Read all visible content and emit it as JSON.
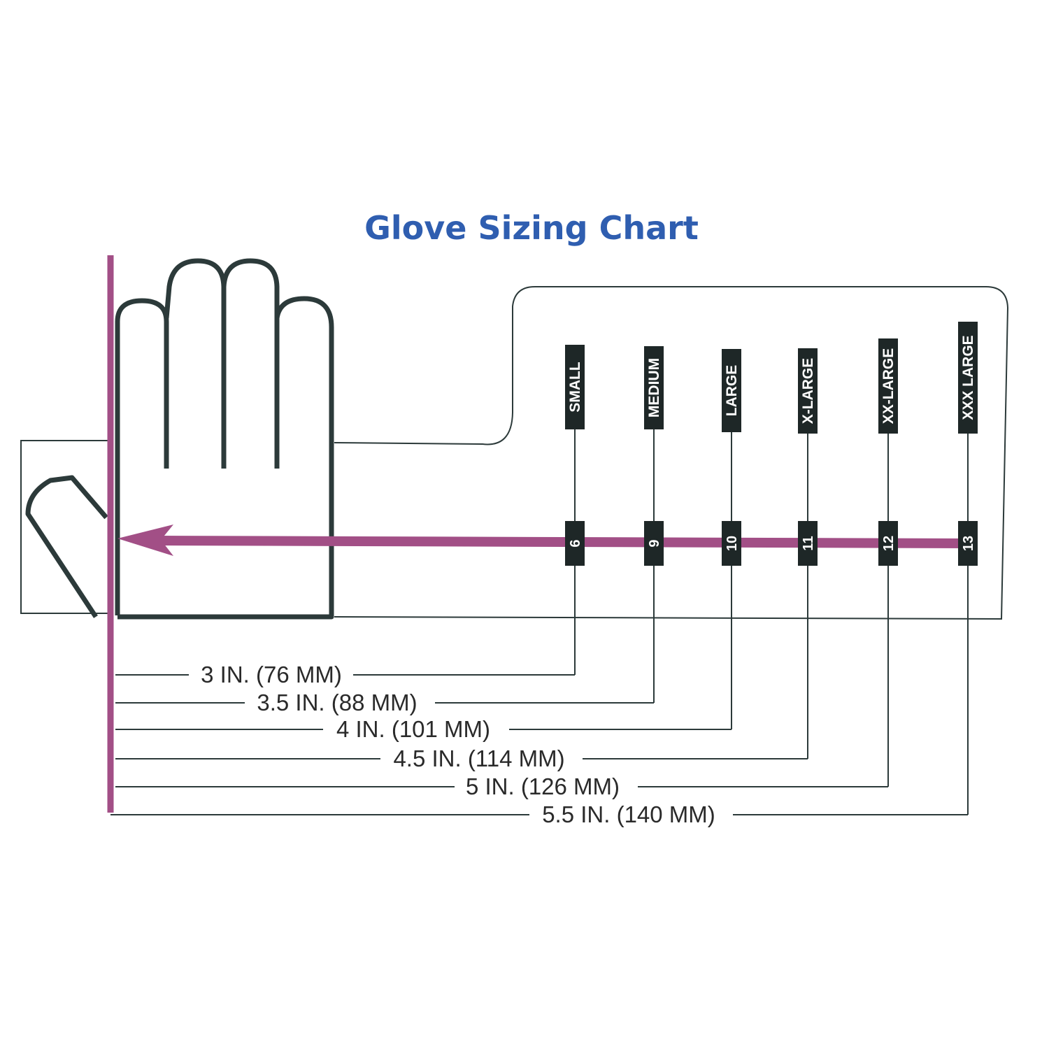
{
  "title": "Glove Sizing Chart",
  "colors": {
    "title": "#2f5eb0",
    "accent": "#a24f86",
    "ink": "#2c3a3a",
    "tag": "#1e2727"
  },
  "sizes": [
    {
      "name": "SMALL",
      "number": "6",
      "measure": "3 IN. (76 MM)"
    },
    {
      "name": "MEDIUM",
      "number": "9",
      "measure": "3.5 IN. (88 MM)"
    },
    {
      "name": "LARGE",
      "number": "10",
      "measure": "4 IN. (101 MM)"
    },
    {
      "name": "X-LARGE",
      "number": "11",
      "measure": "4.5 IN. (114 MM)"
    },
    {
      "name": "XX-LARGE",
      "number": "12",
      "measure": "5 IN. (126 MM)"
    },
    {
      "name": "XXX LARGE",
      "number": "13",
      "measure": "5.5 IN. (140 MM)"
    }
  ]
}
